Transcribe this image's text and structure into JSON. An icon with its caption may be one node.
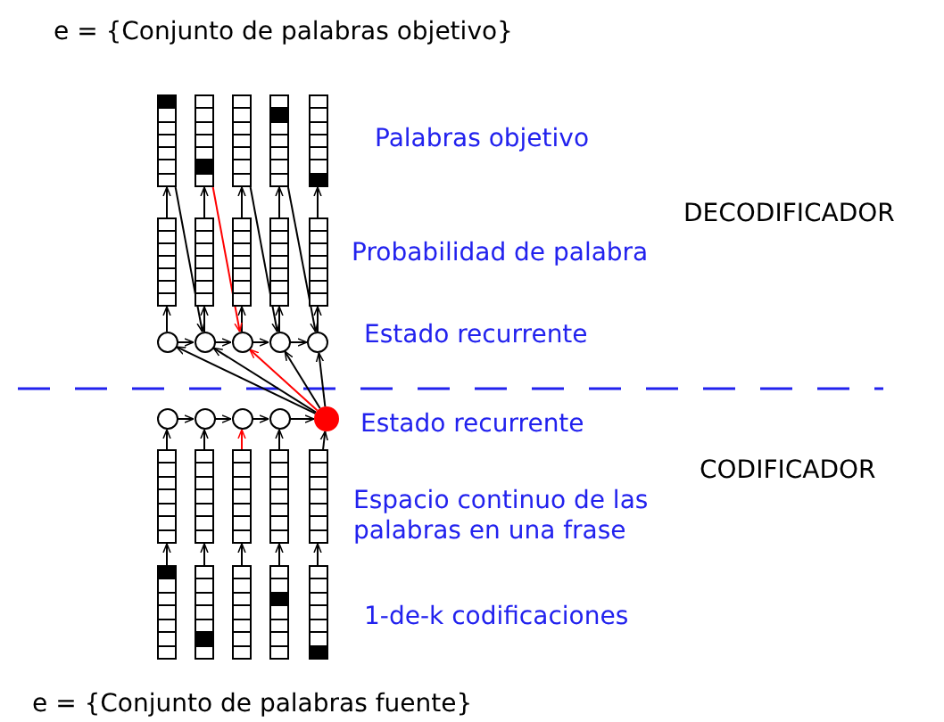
{
  "diagram": {
    "nodes": [
      {
        "text": [],
        "shape": "box"
      },
      {
        "text": [],
        "shape": "box"
      },
      {
        "text": [],
        "shape": "box"
      },
      {
        "text": [],
        "shape": "box"
      },
      {
        "text": [],
        "shape": "box"
      },
      {
        "text": [],
        "shape": "box"
      },
      {
        "text": [],
        "shape": "box"
      },
      {
        "text": [],
        "shape": "box"
      },
      {
        "text": [],
        "shape": "box"
      },
      {
        "text": [],
        "shape": "box"
      },
      {
        "text": [],
        "shape": "circle"
      },
      {
        "text": [],
        "shape": "circle"
      },
      {
        "text": [],
        "shape": "circle"
      },
      {
        "text": [],
        "shape": "circle"
      },
      {
        "text": [],
        "shape": "circle"
      },
      {
        "text": [],
        "shape": "circle"
      },
      {
        "text": [],
        "shape": "circle"
      },
      {
        "text": [],
        "shape": "circle"
      },
      {
        "text": [],
        "shape": "circle"
      },
      {
        "text": [],
        "shape": "circle"
      },
      {
        "text": [],
        "shape": "box"
      },
      {
        "text": [],
        "shape": "box"
      },
      {
        "text": [],
        "shape": "box"
      },
      {
        "text": [],
        "shape": "box"
      },
      {
        "text": [],
        "shape": "box"
      },
      {
        "text": [],
        "shape": "box"
      },
      {
        "text": [],
        "shape": "box"
      },
      {
        "text": [],
        "shape": "box"
      },
      {
        "text": [],
        "shape": "box"
      },
      {
        "text": [],
        "shape": "box"
      }
    ],
    "edges": [
      {
        "from": 25,
        "to": 20,
        "arrow": "to"
      },
      {
        "from": 26,
        "to": 21,
        "arrow": "to"
      },
      {
        "from": 27,
        "to": 22,
        "arrow": "to"
      },
      {
        "from": 28,
        "to": 23,
        "arrow": "to"
      },
      {
        "from": 29,
        "to": 24,
        "arrow": "to"
      },
      {
        "from": 20,
        "to": 15,
        "arrow": "to"
      },
      {
        "from": 21,
        "to": 16,
        "arrow": "to"
      },
      {
        "from": 22,
        "to": 17,
        "arrow": "to",
        "color": "#ff0000"
      },
      {
        "from": 23,
        "to": 18,
        "arrow": "to"
      },
      {
        "from": 24,
        "to": 19,
        "arrow": "to"
      },
      {
        "from": 15,
        "to": 16,
        "arrow": "to"
      },
      {
        "from": 16,
        "to": 17,
        "arrow": "to"
      },
      {
        "from": 17,
        "to": 18,
        "arrow": "to"
      },
      {
        "from": 18,
        "to": 19,
        "arrow": "to"
      },
      {
        "from": 19,
        "to": 10,
        "arrow": "to"
      },
      {
        "from": 19,
        "to": 11,
        "arrow": "to"
      },
      {
        "from": 19,
        "to": 12,
        "arrow": "to",
        "color": "#ff0000"
      },
      {
        "from": 19,
        "to": 13,
        "arrow": "to"
      },
      {
        "from": 19,
        "to": 14,
        "arrow": "to"
      },
      {
        "from": 10,
        "to": 11,
        "arrow": "to"
      },
      {
        "from": 11,
        "to": 12,
        "arrow": "to"
      },
      {
        "from": 12,
        "to": 13,
        "arrow": "to"
      },
      {
        "from": 13,
        "to": 14,
        "arrow": "to"
      },
      {
        "from": 10,
        "to": 5,
        "arrow": "to"
      },
      {
        "from": 11,
        "to": 6,
        "arrow": "to"
      },
      {
        "from": 12,
        "to": 7,
        "arrow": "to"
      },
      {
        "from": 13,
        "to": 8,
        "arrow": "to"
      },
      {
        "from": 14,
        "to": 9,
        "arrow": "to"
      },
      {
        "from": 5,
        "to": 0,
        "arrow": "to"
      },
      {
        "from": 6,
        "to": 1,
        "arrow": "to"
      },
      {
        "from": 7,
        "to": 2,
        "arrow": "to"
      },
      {
        "from": 8,
        "to": 3,
        "arrow": "to"
      },
      {
        "from": 9,
        "to": 4,
        "arrow": "to"
      },
      {
        "from": 0,
        "to": 11,
        "arrow": "to"
      },
      {
        "from": 1,
        "to": 12,
        "arrow": "to",
        "color": "#ff0000"
      },
      {
        "from": 2,
        "to": 13,
        "arrow": "to"
      },
      {
        "from": 3,
        "to": 14,
        "arrow": "to"
      }
    ],
    "labels": [
      "e = {Conjunto de palabras objetivo}",
      "Palabras objetivo",
      "DECODIFICADOR",
      "Probabilidad de palabra",
      "Estado recurrente",
      "Estado recurrente",
      "CODIFICADOR",
      "Espacio continuo de las palabras en una frase",
      "1-de-k codificaciones",
      "e = {Conjunto de palabras fuente}"
    ]
  }
}
